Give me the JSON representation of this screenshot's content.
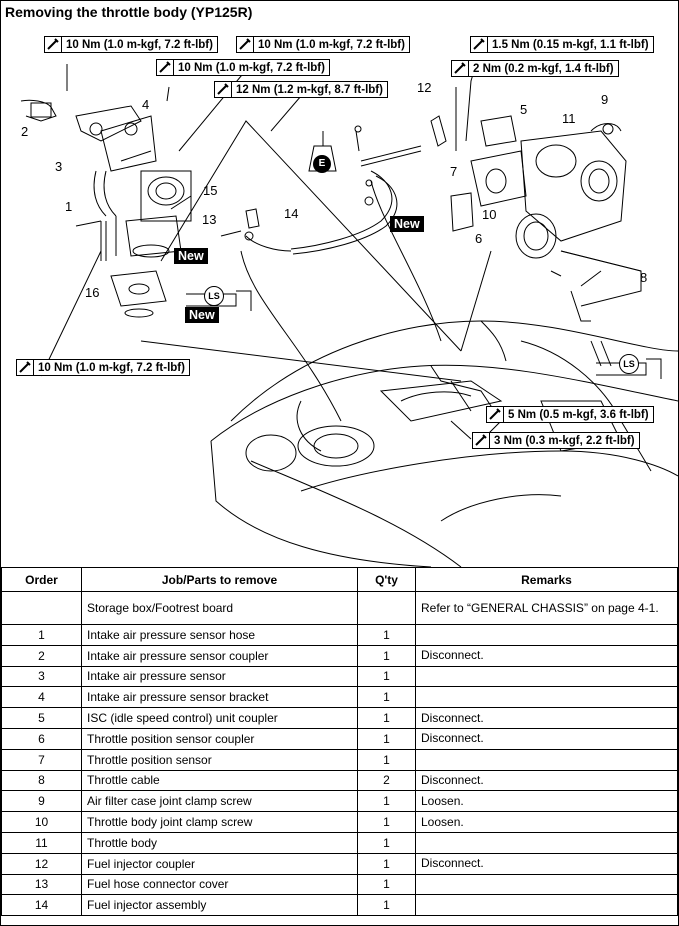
{
  "title": "Removing the throttle body (YP125R)",
  "torque_labels": [
    "10 Nm (1.0 m-kgf, 7.2 ft-lbf)",
    "10 Nm (1.0 m-kgf, 7.2 ft-lbf)",
    "10 Nm (1.0 m-kgf, 7.2 ft-lbf)",
    "12 Nm (1.2 m-kgf, 8.7 ft-lbf)",
    "1.5 Nm (0.15 m-kgf, 1.1 ft-lbf)",
    "2 Nm (0.2 m-kgf, 1.4 ft-lbf)",
    "10 Nm (1.0 m-kgf, 7.2 ft-lbf)",
    "5 Nm (0.5 m-kgf, 3.6 ft-lbf)",
    "3 Nm (0.3 m-kgf, 2.2 ft-lbf)"
  ],
  "callouts": [
    "1",
    "2",
    "3",
    "4",
    "5",
    "6",
    "7",
    "8",
    "9",
    "10",
    "11",
    "12",
    "13",
    "14",
    "15",
    "16"
  ],
  "new_label": "New",
  "lube_e": "E",
  "lube_ls": "LS",
  "table": {
    "headers": [
      "Order",
      "Job/Parts to remove",
      "Q'ty",
      "Remarks"
    ],
    "rows": [
      {
        "order": "",
        "part": "Storage box/Footrest board",
        "qty": "",
        "remarks": "Refer to “GENERAL CHASSIS” on page 4-1."
      },
      {
        "order": "1",
        "part": "Intake air pressure sensor hose",
        "qty": "1",
        "remarks": ""
      },
      {
        "order": "2",
        "part": "Intake air pressure sensor coupler",
        "qty": "1",
        "remarks": "Disconnect."
      },
      {
        "order": "3",
        "part": "Intake air pressure sensor",
        "qty": "1",
        "remarks": ""
      },
      {
        "order": "4",
        "part": "Intake air pressure sensor bracket",
        "qty": "1",
        "remarks": ""
      },
      {
        "order": "5",
        "part": "ISC (idle speed control) unit coupler",
        "qty": "1",
        "remarks": "Disconnect."
      },
      {
        "order": "6",
        "part": "Throttle position sensor coupler",
        "qty": "1",
        "remarks": "Disconnect."
      },
      {
        "order": "7",
        "part": "Throttle position sensor",
        "qty": "1",
        "remarks": ""
      },
      {
        "order": "8",
        "part": "Throttle cable",
        "qty": "2",
        "remarks": "Disconnect."
      },
      {
        "order": "9",
        "part": "Air filter case joint clamp screw",
        "qty": "1",
        "remarks": "Loosen."
      },
      {
        "order": "10",
        "part": "Throttle body joint clamp screw",
        "qty": "1",
        "remarks": "Loosen."
      },
      {
        "order": "11",
        "part": "Throttle body",
        "qty": "1",
        "remarks": ""
      },
      {
        "order": "12",
        "part": "Fuel injector coupler",
        "qty": "1",
        "remarks": "Disconnect."
      },
      {
        "order": "13",
        "part": "Fuel hose connector cover",
        "qty": "1",
        "remarks": ""
      },
      {
        "order": "14",
        "part": "Fuel injector assembly",
        "qty": "1",
        "remarks": ""
      }
    ]
  }
}
